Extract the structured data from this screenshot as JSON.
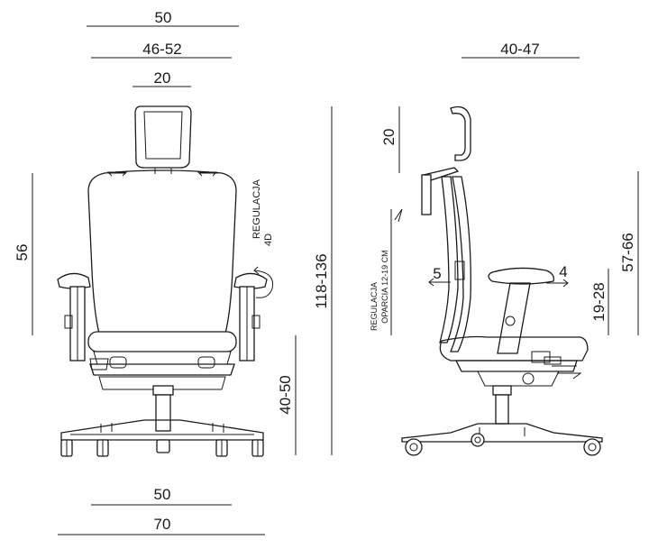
{
  "front_view": {
    "width_top": "50",
    "seat_width": "46-52",
    "headrest_width": "20",
    "backrest_height": "56",
    "total_height": "118-136",
    "seat_height": "40-50",
    "base_width": "50",
    "overall_width": "70",
    "armrest_adjust_label_1": "REGULACJA",
    "armrest_adjust_label_2": "4D"
  },
  "side_view": {
    "seat_depth": "40-47",
    "headrest_height": "20",
    "backrest_adjust_label_1": "REGULACJA",
    "backrest_adjust_label_2": "OPARCIA 12-19 CM",
    "arm_back_travel": "5",
    "arm_front_travel": "4",
    "armrest_height": "19-28",
    "backrest_height": "57-66"
  }
}
